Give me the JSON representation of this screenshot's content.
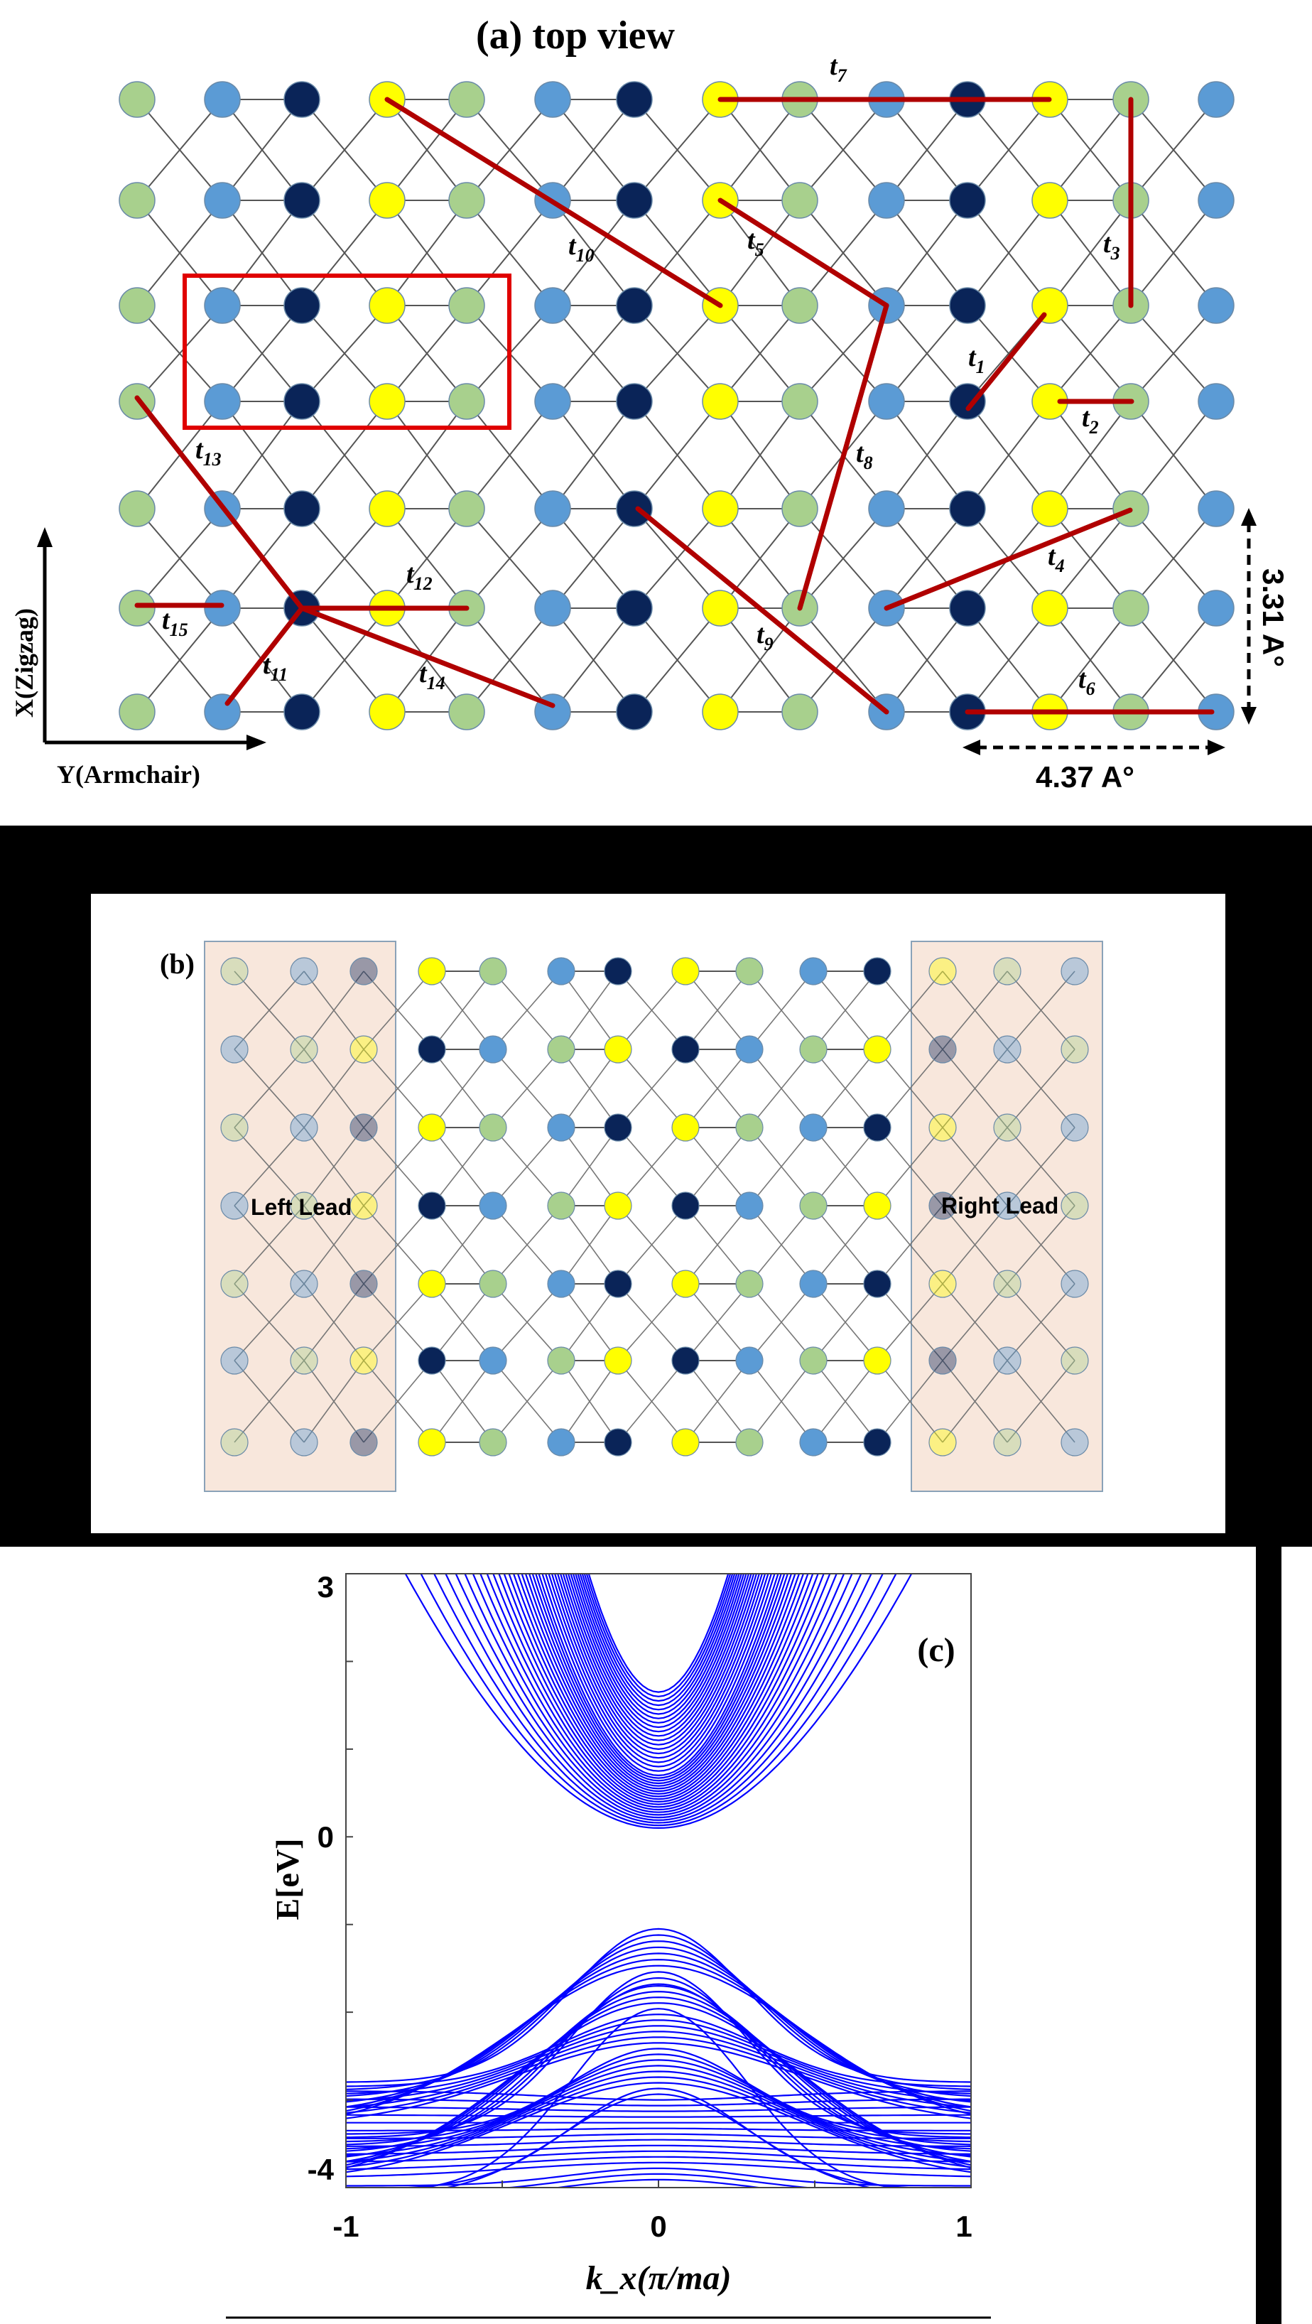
{
  "colors": {
    "atom_green": "#a8d08d",
    "atom_light_blue": "#5b9bd5",
    "atom_navy": "#0a2458",
    "atom_yellow": "#ffff00",
    "hopping_red": "#b00000",
    "band_blue": "#0000ff",
    "lead_fill": "#f8e7dc",
    "frame_black": "#000000"
  },
  "panel_a": {
    "title": "(a) top view",
    "x_axis_label": "X(Zigzag)",
    "y_axis_label": "Y(Armchair)",
    "dim_vertical": "3.31 A°",
    "dim_horizontal": "4.37 A°",
    "hoppings": [
      {
        "main": "t",
        "sub": "1"
      },
      {
        "main": "t",
        "sub": "2"
      },
      {
        "main": "t",
        "sub": "3"
      },
      {
        "main": "t",
        "sub": "4"
      },
      {
        "main": "t",
        "sub": "5"
      },
      {
        "main": "t",
        "sub": "6"
      },
      {
        "main": "t",
        "sub": "7"
      },
      {
        "main": "t",
        "sub": "8"
      },
      {
        "main": "t",
        "sub": "9"
      },
      {
        "main": "t",
        "sub": "10"
      },
      {
        "main": "t",
        "sub": "11"
      },
      {
        "main": "t",
        "sub": "12"
      },
      {
        "main": "t",
        "sub": "13"
      },
      {
        "main": "t",
        "sub": "14"
      },
      {
        "main": "t",
        "sub": "15"
      }
    ]
  },
  "panel_b": {
    "label": "(b)",
    "left_lead": "Left Lead",
    "right_lead": "Right Lead"
  },
  "chart_data": {
    "type": "line",
    "panel_label": "(c)",
    "xlabel": "k_x(π/ma)",
    "ylabel": "E[eV]",
    "xlim": [
      -1,
      1
    ],
    "ylim": [
      -4,
      3
    ],
    "x_ticks": [
      "-1",
      "0",
      "1"
    ],
    "y_ticks": [
      "3",
      "0",
      "-4"
    ],
    "conduction_band_minimum_eV": 0.1,
    "valence_band_maximum_eV": -1.05,
    "valence_second_peak_eV": -1.7,
    "valence_flat_edge_eV": -2.8,
    "series_color": "#0000ff",
    "series_count_conduction": 40,
    "series_count_valence": 45
  }
}
